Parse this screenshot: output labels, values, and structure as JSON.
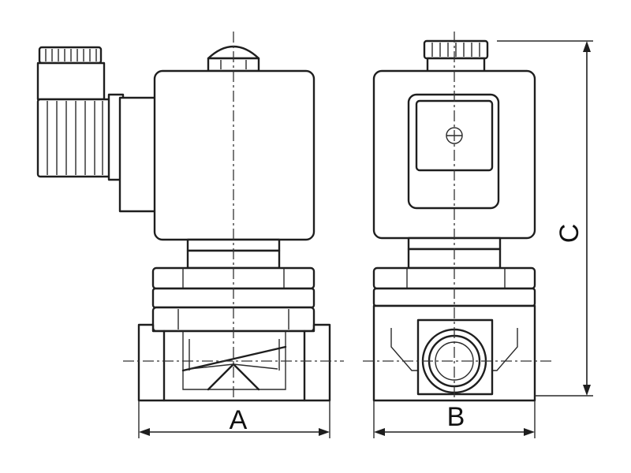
{
  "dimensions": {
    "a_label": "A",
    "b_label": "B",
    "c_label": "C"
  },
  "colors": {
    "line": "#1e1e1e",
    "background": "#ffffff"
  }
}
